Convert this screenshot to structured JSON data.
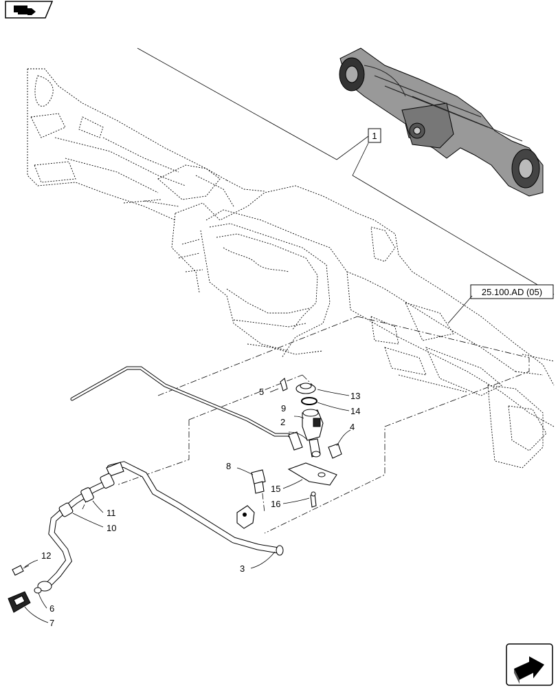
{
  "reference_box": "1",
  "reference_link": "25.100.AD (05)",
  "callouts": [
    {
      "label": "2",
      "part": "sensor-housing"
    },
    {
      "label": "3",
      "part": "harness-tube"
    },
    {
      "label": "4",
      "part": "clip"
    },
    {
      "label": "5",
      "part": "screw"
    },
    {
      "label": "6",
      "part": "seal"
    },
    {
      "label": "7",
      "part": "connector"
    },
    {
      "label": "8",
      "part": "bolt"
    },
    {
      "label": "9",
      "part": "sensor"
    },
    {
      "label": "10",
      "part": "cable"
    },
    {
      "label": "11",
      "part": "sleeve"
    },
    {
      "label": "12",
      "part": "screw"
    },
    {
      "label": "13",
      "part": "cap"
    },
    {
      "label": "14",
      "part": "o-ring"
    },
    {
      "label": "15",
      "part": "plate"
    },
    {
      "label": "16",
      "part": "screw"
    }
  ],
  "icons": {
    "top_left": "book-arrow-icon",
    "bottom_right": "next-page-arrow-icon"
  }
}
